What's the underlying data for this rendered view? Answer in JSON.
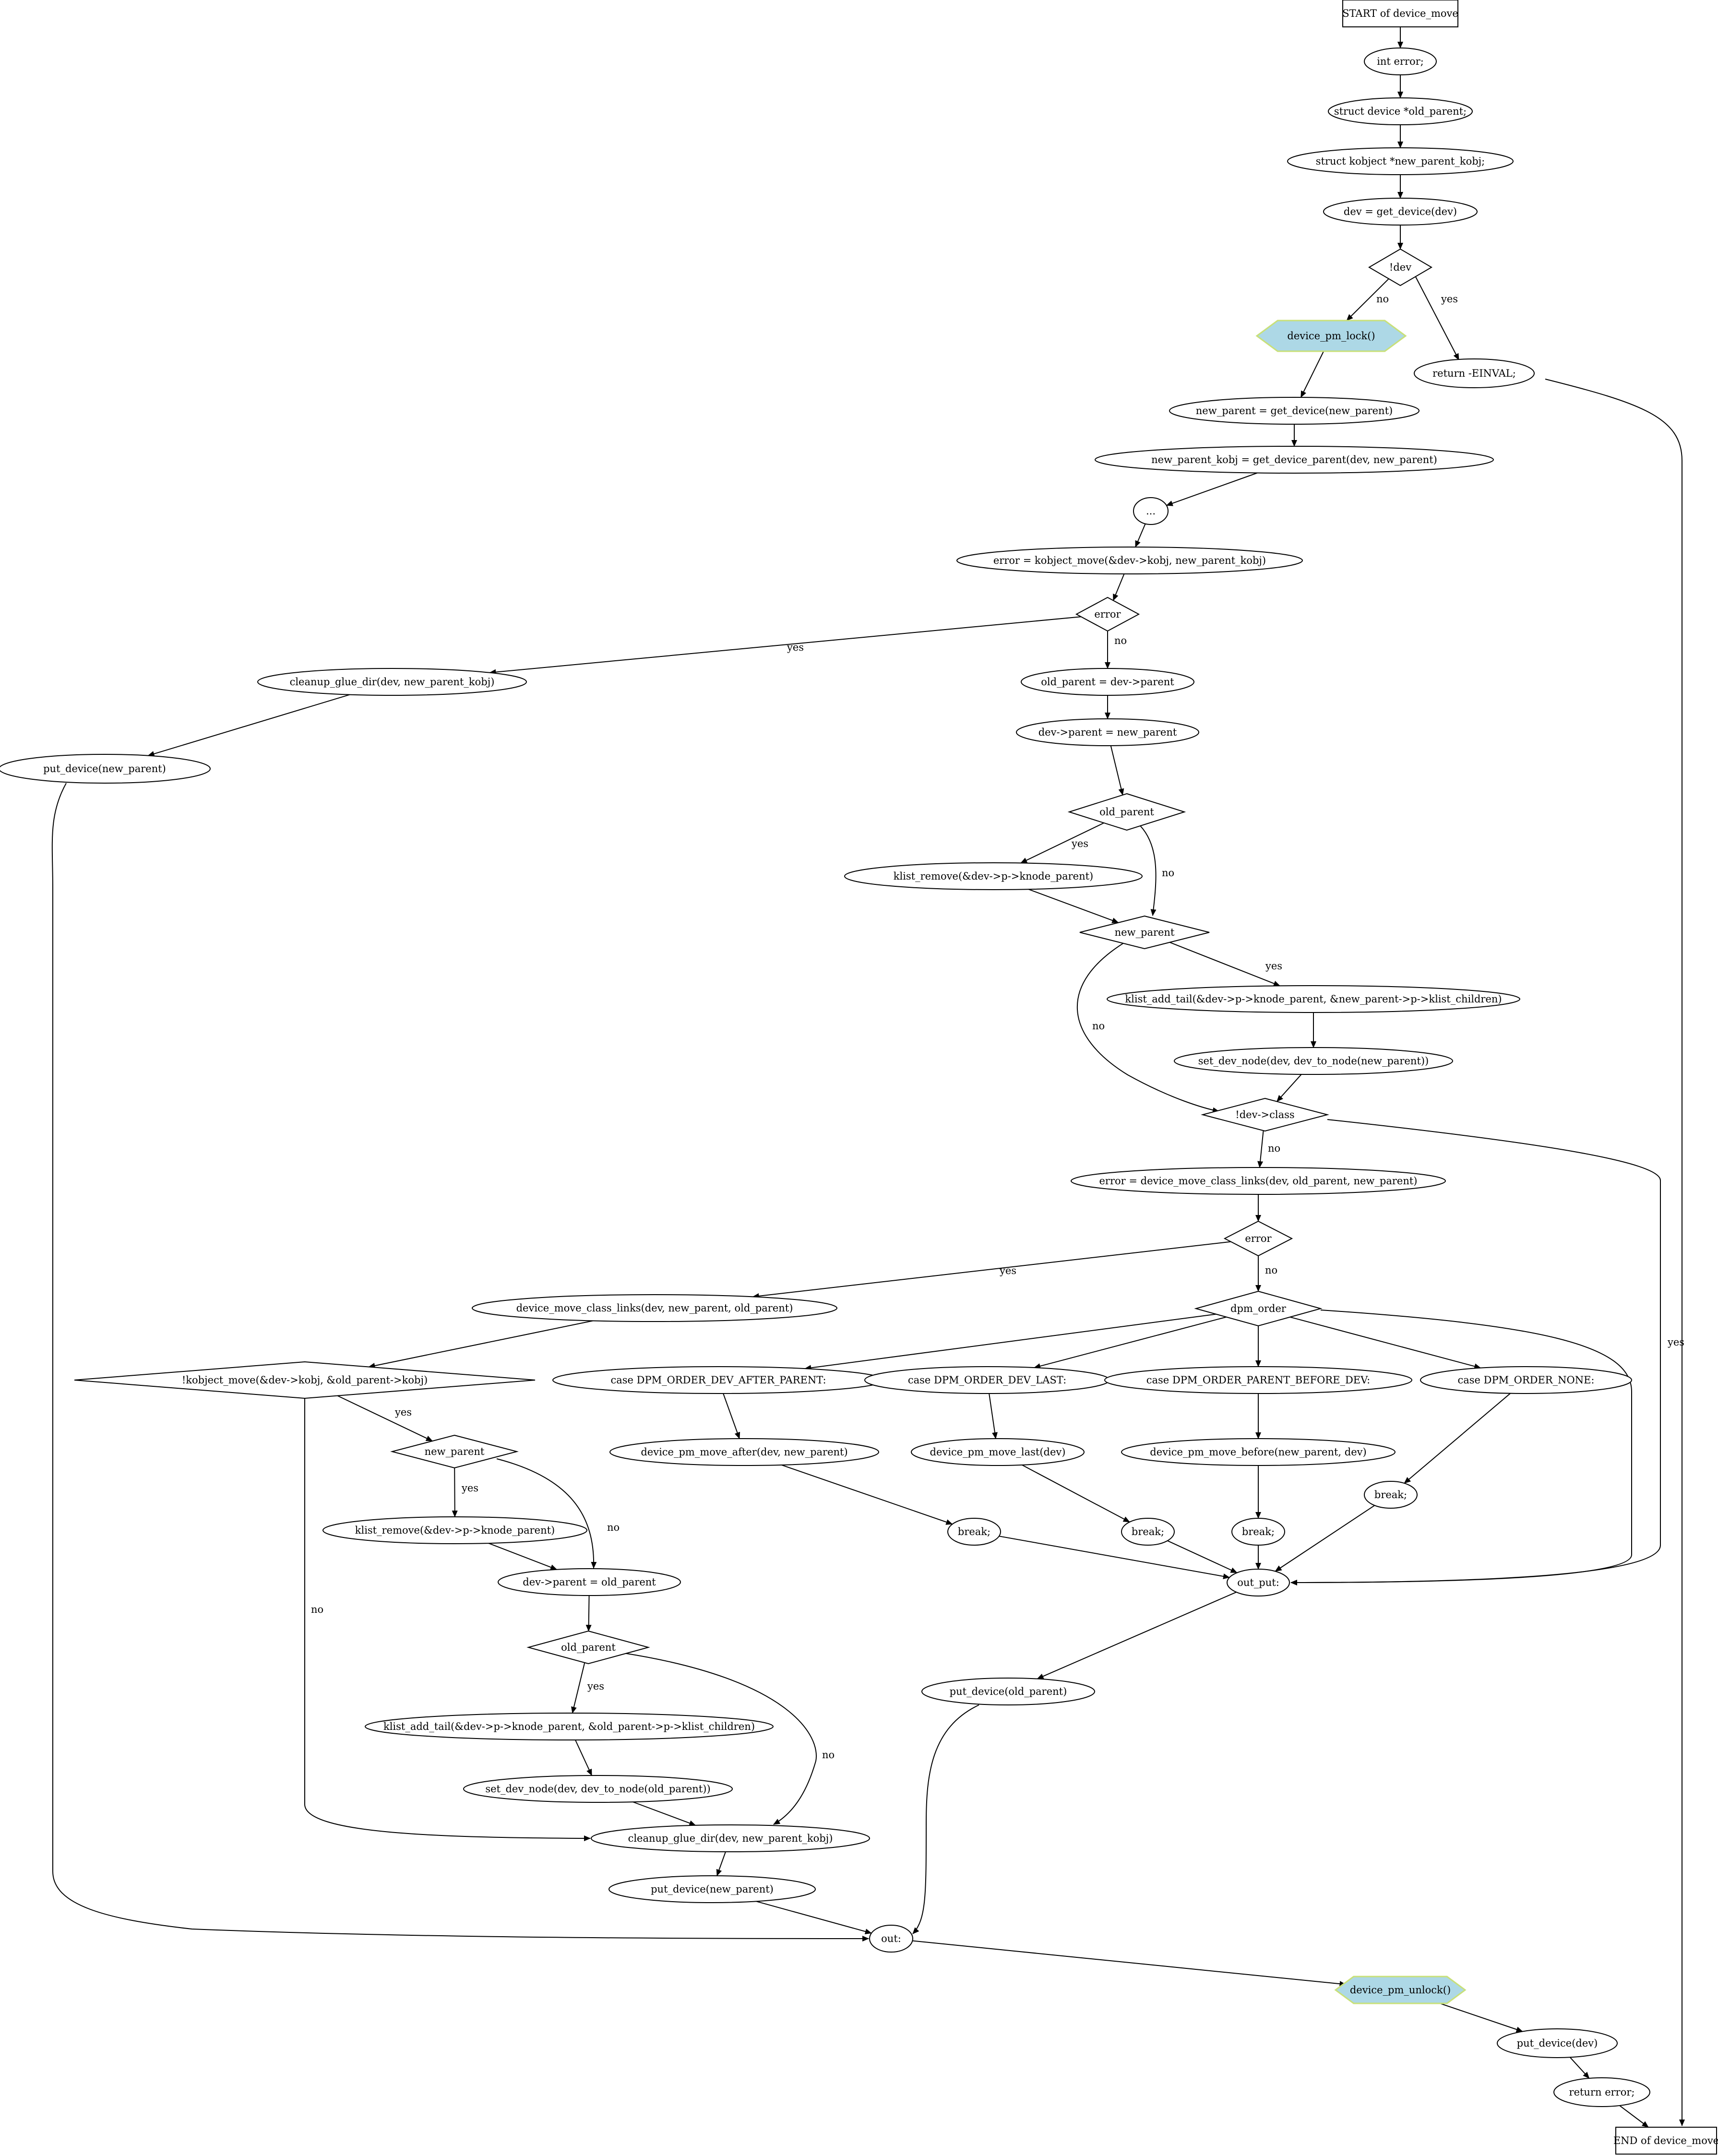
{
  "diagram": {
    "nodes": [
      {
        "id": "start",
        "label": "START of device_move",
        "shape": "box"
      },
      {
        "id": "n1",
        "label": "int error;",
        "shape": "ellipse"
      },
      {
        "id": "n2",
        "label": "struct device *old_parent;",
        "shape": "ellipse"
      },
      {
        "id": "n3",
        "label": "struct kobject *new_parent_kobj;",
        "shape": "ellipse"
      },
      {
        "id": "n4",
        "label": "dev = get_device(dev)",
        "shape": "ellipse"
      },
      {
        "id": "d_dev",
        "label": "!dev",
        "shape": "diamond"
      },
      {
        "id": "lock",
        "label": "device_pm_lock()",
        "shape": "hexagon"
      },
      {
        "id": "ret_inval",
        "label": "return -EINVAL;",
        "shape": "ellipse"
      },
      {
        "id": "n5",
        "label": "new_parent = get_device(new_parent)",
        "shape": "ellipse"
      },
      {
        "id": "n6",
        "label": "new_parent_kobj = get_device_parent(dev, new_parent)",
        "shape": "ellipse"
      },
      {
        "id": "dots",
        "label": "...",
        "shape": "ellipse"
      },
      {
        "id": "n7",
        "label": "error = kobject_move(&dev->kobj, new_parent_kobj)",
        "shape": "ellipse"
      },
      {
        "id": "d_err1",
        "label": "error",
        "shape": "diamond"
      },
      {
        "id": "cleanup1",
        "label": "cleanup_glue_dir(dev, new_parent_kobj)",
        "shape": "ellipse"
      },
      {
        "id": "putnp1",
        "label": "put_device(new_parent)",
        "shape": "ellipse"
      },
      {
        "id": "n8",
        "label": "old_parent = dev->parent",
        "shape": "ellipse"
      },
      {
        "id": "n9",
        "label": "dev->parent = new_parent",
        "shape": "ellipse"
      },
      {
        "id": "d_op1",
        "label": "old_parent",
        "shape": "diamond"
      },
      {
        "id": "klr1",
        "label": "klist_remove(&dev->p->knode_parent)",
        "shape": "ellipse"
      },
      {
        "id": "d_np1",
        "label": "new_parent",
        "shape": "diamond"
      },
      {
        "id": "kla1",
        "label": "klist_add_tail(&dev->p->knode_parent, &new_parent->p->klist_children)",
        "shape": "ellipse"
      },
      {
        "id": "sdn1",
        "label": "set_dev_node(dev, dev_to_node(new_parent))",
        "shape": "ellipse"
      },
      {
        "id": "d_class",
        "label": "!dev->class",
        "shape": "diamond"
      },
      {
        "id": "n10",
        "label": "error = device_move_class_links(dev, old_parent, new_parent)",
        "shape": "ellipse"
      },
      {
        "id": "d_err2",
        "label": "error",
        "shape": "diamond"
      },
      {
        "id": "dmcl",
        "label": "device_move_class_links(dev, new_parent, old_parent)",
        "shape": "ellipse"
      },
      {
        "id": "d_kmove",
        "label": "!kobject_move(&dev->kobj, &old_parent->kobj)",
        "shape": "diamond"
      },
      {
        "id": "d_np2",
        "label": "new_parent",
        "shape": "diamond"
      },
      {
        "id": "klr2",
        "label": "klist_remove(&dev->p->knode_parent)",
        "shape": "ellipse"
      },
      {
        "id": "n11",
        "label": "dev->parent = old_parent",
        "shape": "ellipse"
      },
      {
        "id": "d_op2",
        "label": "old_parent",
        "shape": "diamond"
      },
      {
        "id": "kla2",
        "label": "klist_add_tail(&dev->p->knode_parent, &old_parent->p->klist_children)",
        "shape": "ellipse"
      },
      {
        "id": "sdn2",
        "label": "set_dev_node(dev, dev_to_node(old_parent))",
        "shape": "ellipse"
      },
      {
        "id": "cleanup2",
        "label": "cleanup_glue_dir(dev, new_parent_kobj)",
        "shape": "ellipse"
      },
      {
        "id": "putnp2",
        "label": "put_device(new_parent)",
        "shape": "ellipse"
      },
      {
        "id": "d_dpm",
        "label": "dpm_order",
        "shape": "diamond"
      },
      {
        "id": "case1",
        "label": "case DPM_ORDER_DEV_AFTER_PARENT:",
        "shape": "ellipse"
      },
      {
        "id": "case2",
        "label": "case DPM_ORDER_DEV_LAST:",
        "shape": "ellipse"
      },
      {
        "id": "case3",
        "label": "case DPM_ORDER_PARENT_BEFORE_DEV:",
        "shape": "ellipse"
      },
      {
        "id": "case4",
        "label": "case DPM_ORDER_NONE:",
        "shape": "ellipse"
      },
      {
        "id": "pm1",
        "label": "device_pm_move_after(dev, new_parent)",
        "shape": "ellipse"
      },
      {
        "id": "pm2",
        "label": "device_pm_move_last(dev)",
        "shape": "ellipse"
      },
      {
        "id": "pm3",
        "label": "device_pm_move_before(new_parent, dev)",
        "shape": "ellipse"
      },
      {
        "id": "br1",
        "label": "break;",
        "shape": "ellipse"
      },
      {
        "id": "br2",
        "label": "break;",
        "shape": "ellipse"
      },
      {
        "id": "br3",
        "label": "break;",
        "shape": "ellipse"
      },
      {
        "id": "br4",
        "label": "break;",
        "shape": "ellipse"
      },
      {
        "id": "output",
        "label": "out_put:",
        "shape": "ellipse"
      },
      {
        "id": "putop",
        "label": "put_device(old_parent)",
        "shape": "ellipse"
      },
      {
        "id": "out",
        "label": "out:",
        "shape": "ellipse"
      },
      {
        "id": "unlock",
        "label": "device_pm_unlock()",
        "shape": "hexagon"
      },
      {
        "id": "putdev",
        "label": "put_device(dev)",
        "shape": "ellipse"
      },
      {
        "id": "reterr",
        "label": "return error;",
        "shape": "ellipse"
      },
      {
        "id": "end",
        "label": "END of device_move",
        "shape": "box"
      }
    ],
    "edges": [
      {
        "from": "start",
        "to": "n1",
        "label": ""
      },
      {
        "from": "n1",
        "to": "n2",
        "label": ""
      },
      {
        "from": "n2",
        "to": "n3",
        "label": ""
      },
      {
        "from": "n3",
        "to": "n4",
        "label": ""
      },
      {
        "from": "n4",
        "to": "d_dev",
        "label": ""
      },
      {
        "from": "d_dev",
        "to": "lock",
        "label": "no"
      },
      {
        "from": "d_dev",
        "to": "ret_inval",
        "label": "yes"
      },
      {
        "from": "ret_inval",
        "to": "end",
        "label": ""
      },
      {
        "from": "lock",
        "to": "n5",
        "label": ""
      },
      {
        "from": "n5",
        "to": "n6",
        "label": ""
      },
      {
        "from": "n6",
        "to": "dots",
        "label": ""
      },
      {
        "from": "dots",
        "to": "n7",
        "label": ""
      },
      {
        "from": "n7",
        "to": "d_err1",
        "label": ""
      },
      {
        "from": "d_err1",
        "to": "cleanup1",
        "label": "yes"
      },
      {
        "from": "d_err1",
        "to": "n8",
        "label": "no"
      },
      {
        "from": "cleanup1",
        "to": "putnp1",
        "label": ""
      },
      {
        "from": "putnp1",
        "to": "out",
        "label": ""
      },
      {
        "from": "n8",
        "to": "n9",
        "label": ""
      },
      {
        "from": "n9",
        "to": "d_op1",
        "label": ""
      },
      {
        "from": "d_op1",
        "to": "klr1",
        "label": "yes"
      },
      {
        "from": "d_op1",
        "to": "d_np1",
        "label": "no"
      },
      {
        "from": "klr1",
        "to": "d_np1",
        "label": ""
      },
      {
        "from": "d_np1",
        "to": "kla1",
        "label": "yes"
      },
      {
        "from": "d_np1",
        "to": "d_class",
        "label": "no"
      },
      {
        "from": "kla1",
        "to": "sdn1",
        "label": ""
      },
      {
        "from": "sdn1",
        "to": "d_class",
        "label": ""
      },
      {
        "from": "d_class",
        "to": "n10",
        "label": "no"
      },
      {
        "from": "d_class",
        "to": "output",
        "label": "yes"
      },
      {
        "from": "n10",
        "to": "d_err2",
        "label": ""
      },
      {
        "from": "d_err2",
        "to": "dmcl",
        "label": "yes"
      },
      {
        "from": "d_err2",
        "to": "d_dpm",
        "label": "no"
      },
      {
        "from": "dmcl",
        "to": "d_kmove",
        "label": ""
      },
      {
        "from": "d_kmove",
        "to": "d_np2",
        "label": "yes"
      },
      {
        "from": "d_kmove",
        "to": "cleanup2",
        "label": "no"
      },
      {
        "from": "d_np2",
        "to": "klr2",
        "label": "yes"
      },
      {
        "from": "d_np2",
        "to": "n11",
        "label": "no"
      },
      {
        "from": "klr2",
        "to": "n11",
        "label": ""
      },
      {
        "from": "n11",
        "to": "d_op2",
        "label": ""
      },
      {
        "from": "d_op2",
        "to": "kla2",
        "label": "yes"
      },
      {
        "from": "d_op2",
        "to": "cleanup2",
        "label": "no"
      },
      {
        "from": "kla2",
        "to": "sdn2",
        "label": ""
      },
      {
        "from": "sdn2",
        "to": "cleanup2",
        "label": ""
      },
      {
        "from": "cleanup2",
        "to": "putnp2",
        "label": ""
      },
      {
        "from": "putnp2",
        "to": "out",
        "label": ""
      },
      {
        "from": "d_dpm",
        "to": "case1",
        "label": ""
      },
      {
        "from": "d_dpm",
        "to": "case2",
        "label": ""
      },
      {
        "from": "d_dpm",
        "to": "case3",
        "label": ""
      },
      {
        "from": "d_dpm",
        "to": "case4",
        "label": ""
      },
      {
        "from": "d_dpm",
        "to": "output",
        "label": ""
      },
      {
        "from": "case1",
        "to": "pm1",
        "label": ""
      },
      {
        "from": "case2",
        "to": "pm2",
        "label": ""
      },
      {
        "from": "case3",
        "to": "pm3",
        "label": ""
      },
      {
        "from": "case4",
        "to": "br4",
        "label": ""
      },
      {
        "from": "pm1",
        "to": "br1",
        "label": ""
      },
      {
        "from": "pm2",
        "to": "br2",
        "label": ""
      },
      {
        "from": "pm3",
        "to": "br3",
        "label": ""
      },
      {
        "from": "br1",
        "to": "output",
        "label": ""
      },
      {
        "from": "br2",
        "to": "output",
        "label": ""
      },
      {
        "from": "br3",
        "to": "output",
        "label": ""
      },
      {
        "from": "br4",
        "to": "output",
        "label": ""
      },
      {
        "from": "output",
        "to": "putop",
        "label": ""
      },
      {
        "from": "putop",
        "to": "out",
        "label": ""
      },
      {
        "from": "out",
        "to": "unlock",
        "label": ""
      },
      {
        "from": "unlock",
        "to": "putdev",
        "label": ""
      },
      {
        "from": "putdev",
        "to": "reterr",
        "label": ""
      },
      {
        "from": "reterr",
        "to": "end",
        "label": ""
      }
    ]
  },
  "colors": {
    "lock_fill": "#add8e6",
    "lock_border": "#c8e07a",
    "stroke": "#000000",
    "background": "#ffffff"
  }
}
